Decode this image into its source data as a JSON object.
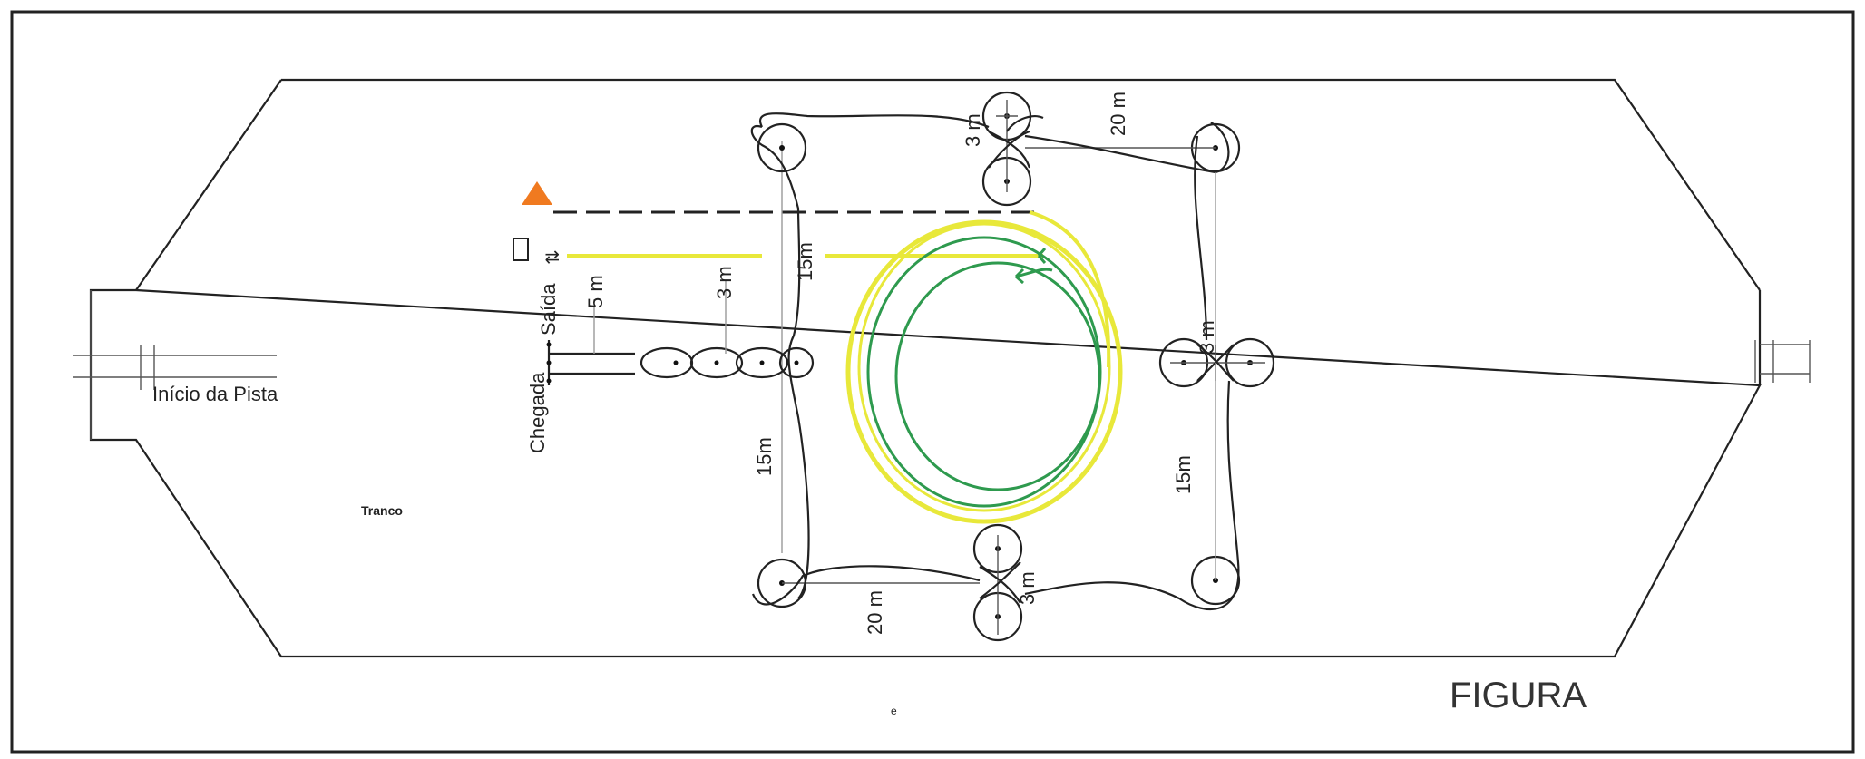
{
  "labels": {
    "start_track": "Início da Pista",
    "exit": "Saída",
    "finish": "Chegada",
    "tranco": "Tranco",
    "figure": "FIGURA",
    "dist_5m": "5 m",
    "dist_3m_a": "3 m",
    "dist_3m_b": "3 m",
    "dist_3m_c": "3 m",
    "dist_3m_d": "3 m",
    "dist_20m_top": "20 m",
    "dist_20m_bottom": "20 m",
    "dist_15m_center": "15m",
    "dist_15m_left": "15m",
    "dist_15m_right": "15m",
    "stray_mark": "e"
  },
  "colors": {
    "track_line": "#222222",
    "yellow_circle": "#e8e83a",
    "green_circle": "#2e9a4e",
    "orange_marker": "#f07a20"
  }
}
